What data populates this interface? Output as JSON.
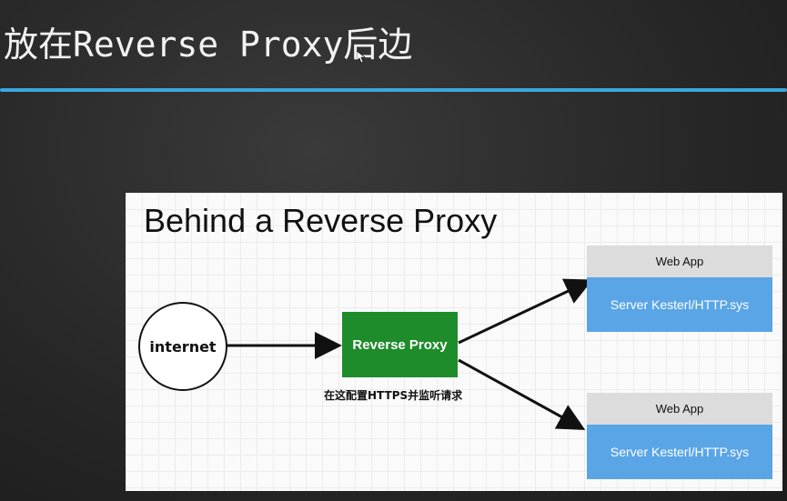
{
  "slide": {
    "title": "放在Reverse Proxy后边"
  },
  "diagram": {
    "title": "Behind a Reverse Proxy",
    "client": "internet",
    "proxy": "Reverse Proxy",
    "proxy_note": "在这配置HTTPS并监听请求",
    "apps": [
      {
        "header": "Web App",
        "server": "Server Kesterl/HTTP.sys"
      },
      {
        "header": "Web App",
        "server": "Server Kesterl/HTTP.sys"
      }
    ],
    "colors": {
      "accent_line": "#3aa7e0",
      "proxy": "#1e8c2a",
      "server": "#5aa5e6",
      "app_header": "#dcdcdc"
    }
  }
}
